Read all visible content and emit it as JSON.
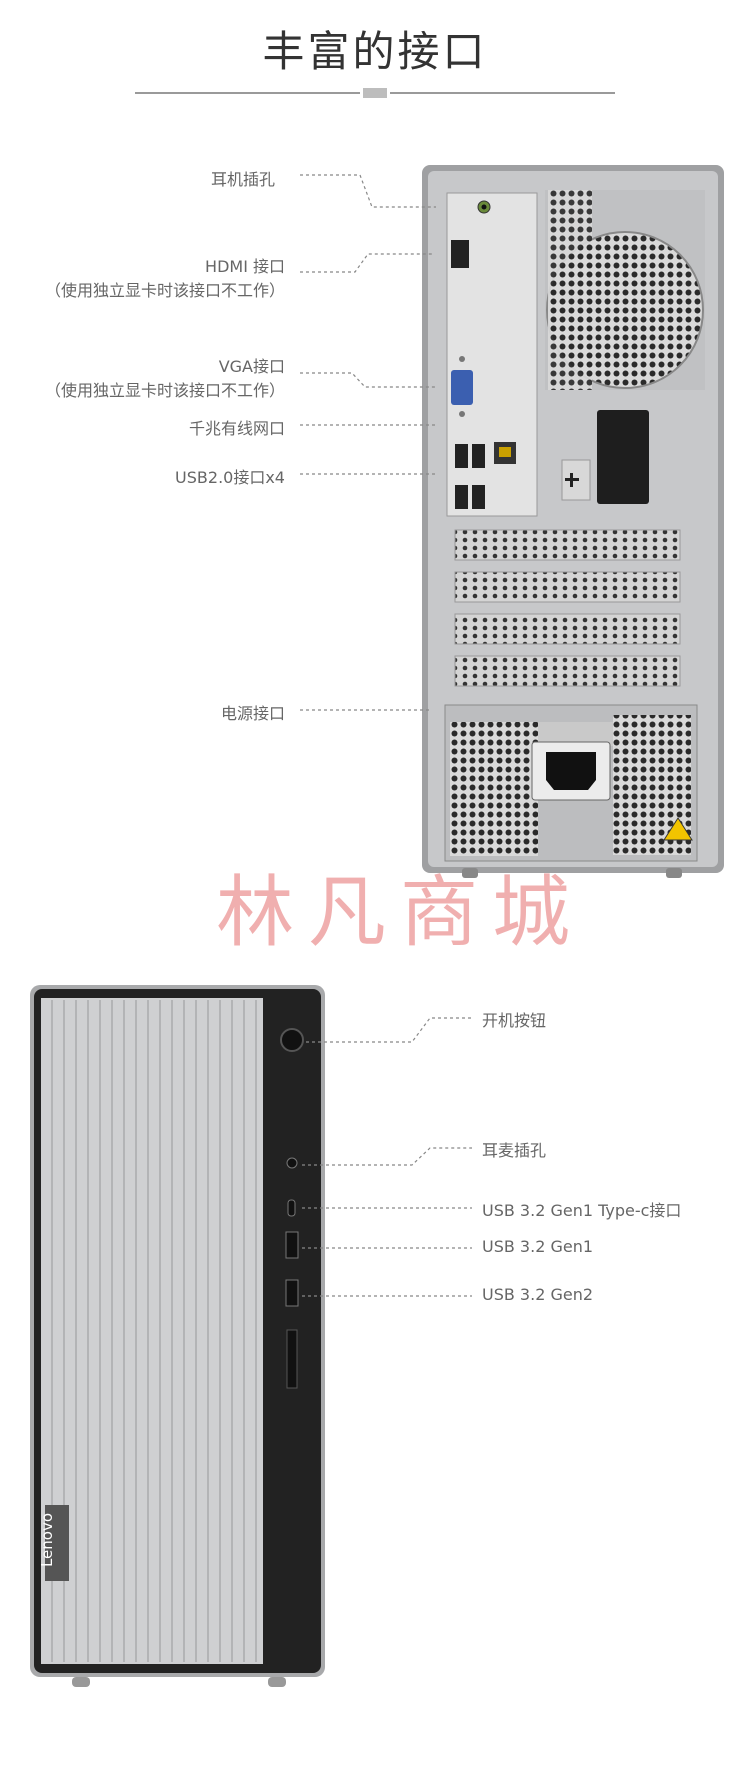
{
  "title": "丰富的接口",
  "watermark": "林凡商城",
  "brand": "Lenovo",
  "rear_ports": [
    {
      "label": "耳机插孔"
    },
    {
      "label": "HDMI 接口",
      "note": "（使用独立显卡时该接口不工作）"
    },
    {
      "label": "VGA接口",
      "note": "（使用独立显卡时该接口不工作）"
    },
    {
      "label": "千兆有线网口"
    },
    {
      "label": "USB2.0接口x4"
    },
    {
      "label": "电源接口"
    }
  ],
  "front_ports": [
    {
      "label": "开机按钮"
    },
    {
      "label": "耳麦插孔"
    },
    {
      "label": "USB 3.2 Gen1 Type-c接口"
    },
    {
      "label": "USB 3.2 Gen1"
    },
    {
      "label": "USB 3.2 Gen2"
    }
  ],
  "colors": {
    "chassis": "#b8b9bb",
    "front_panel": "#222222",
    "accent_warning": "#f2c400"
  }
}
